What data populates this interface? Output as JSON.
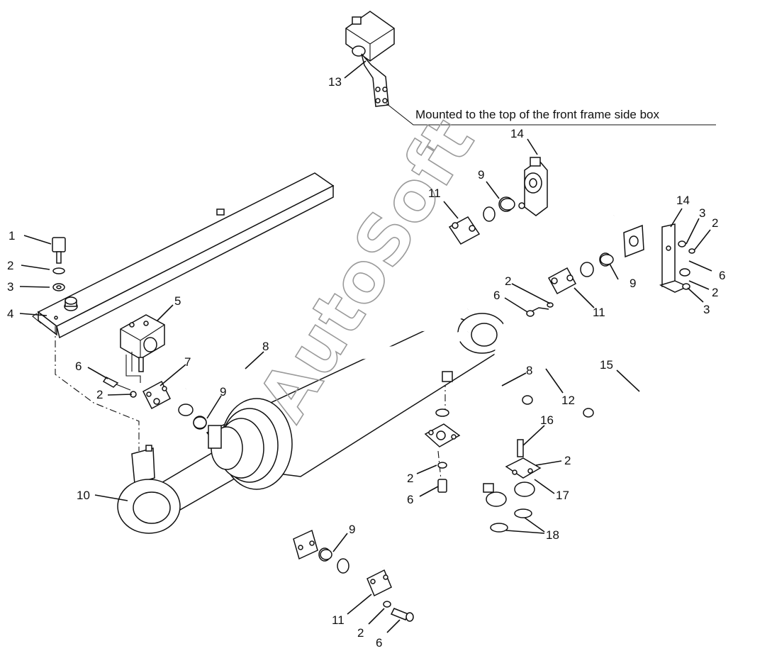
{
  "watermark": "AutoSoft",
  "note": "Mounted to the top of the front frame side box",
  "callouts": [
    {
      "id": "c13",
      "text": "13"
    },
    {
      "id": "c14a",
      "text": "14"
    },
    {
      "id": "c9a",
      "text": "9"
    },
    {
      "id": "c11a",
      "text": "11"
    },
    {
      "id": "c14b",
      "text": "14"
    },
    {
      "id": "c3a",
      "text": "3"
    },
    {
      "id": "c2a",
      "text": "2"
    },
    {
      "id": "c1",
      "text": "1"
    },
    {
      "id": "c2b",
      "text": "2"
    },
    {
      "id": "c3b",
      "text": "3"
    },
    {
      "id": "c4",
      "text": "4"
    },
    {
      "id": "c5",
      "text": "5"
    },
    {
      "id": "c9b",
      "text": "9"
    },
    {
      "id": "c2c",
      "text": "2"
    },
    {
      "id": "c6a",
      "text": "6"
    },
    {
      "id": "c11b",
      "text": "11"
    },
    {
      "id": "c6b",
      "text": "6"
    },
    {
      "id": "c2d",
      "text": "2"
    },
    {
      "id": "c3c",
      "text": "3"
    },
    {
      "id": "c8a",
      "text": "8"
    },
    {
      "id": "c7",
      "text": "7"
    },
    {
      "id": "c6c",
      "text": "6"
    },
    {
      "id": "c2e",
      "text": "2"
    },
    {
      "id": "c9c",
      "text": "9"
    },
    {
      "id": "c8b",
      "text": "8"
    },
    {
      "id": "c15",
      "text": "15"
    },
    {
      "id": "c12",
      "text": "12"
    },
    {
      "id": "c16",
      "text": "16"
    },
    {
      "id": "c2f",
      "text": "2"
    },
    {
      "id": "c2g",
      "text": "2"
    },
    {
      "id": "c6d",
      "text": "6"
    },
    {
      "id": "c17",
      "text": "17"
    },
    {
      "id": "c10",
      "text": "10"
    },
    {
      "id": "c18",
      "text": "18"
    },
    {
      "id": "c9d",
      "text": "9"
    },
    {
      "id": "c11c",
      "text": "11"
    },
    {
      "id": "c2h",
      "text": "2"
    },
    {
      "id": "c6e",
      "text": "6"
    }
  ]
}
